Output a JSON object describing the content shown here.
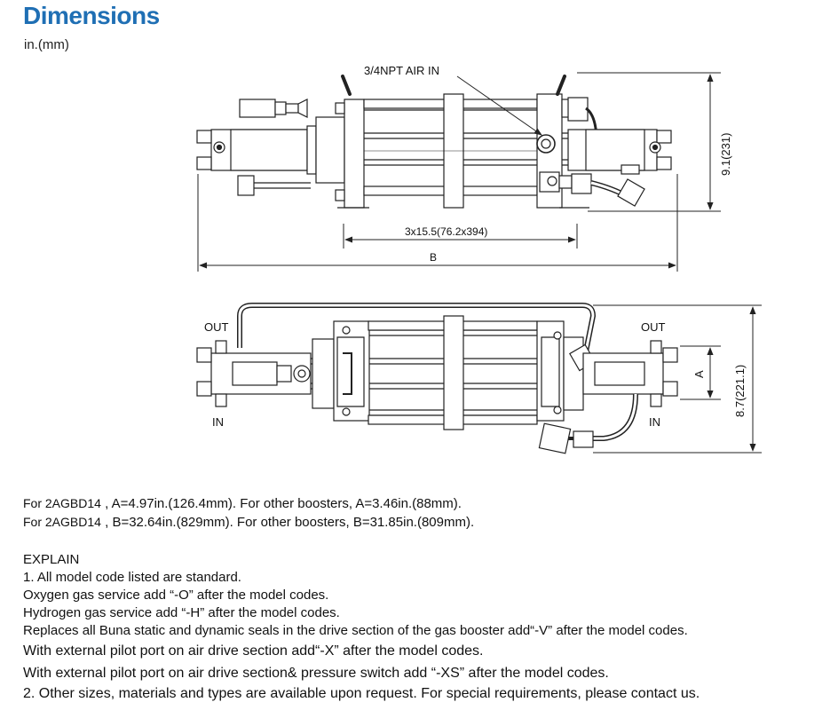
{
  "page": {
    "title": "Dimensions",
    "unit": "in.(mm)"
  },
  "labels": {
    "air_in": "3/4NPT AIR IN",
    "dim_height_top": "9.1(231)",
    "dim_stroke": "3x15.5(76.2x394)",
    "dim_b": "B",
    "out_left": "OUT",
    "out_right": "OUT",
    "in_left": "IN",
    "in_right": "IN",
    "dim_a": "A",
    "dim_height_bottom": "8.7(221.1)"
  },
  "notes": {
    "a_line_model": "For 2AGBD14",
    "a_line_text": " , A=4.97in.(126.4mm). For other boosters, A=3.46in.(88mm).",
    "b_line_model": "For 2AGBD14",
    "b_line_text": " , B=32.64in.(829mm). For other boosters, B=31.85in.(809mm).",
    "explain_heading": "EXPLAIN",
    "items": [
      "1. All model code listed are standard.",
      "Oxygen gas service  add “-O” after  the model codes.",
      "Hydrogen gas service  add “-H” after  the model codes.",
      "Replaces all Buna static and dynamic seals in the drive section of the gas booster add“-V” after  the model codes.",
      "With external pilot port on air drive section add“-X” after  the model codes.",
      "With external pilot port on air drive section& pressure switch add “-XS” after  the model codes.",
      "2. Other sizes, materials and types are available upon request. For special requirements, please contact us."
    ]
  }
}
